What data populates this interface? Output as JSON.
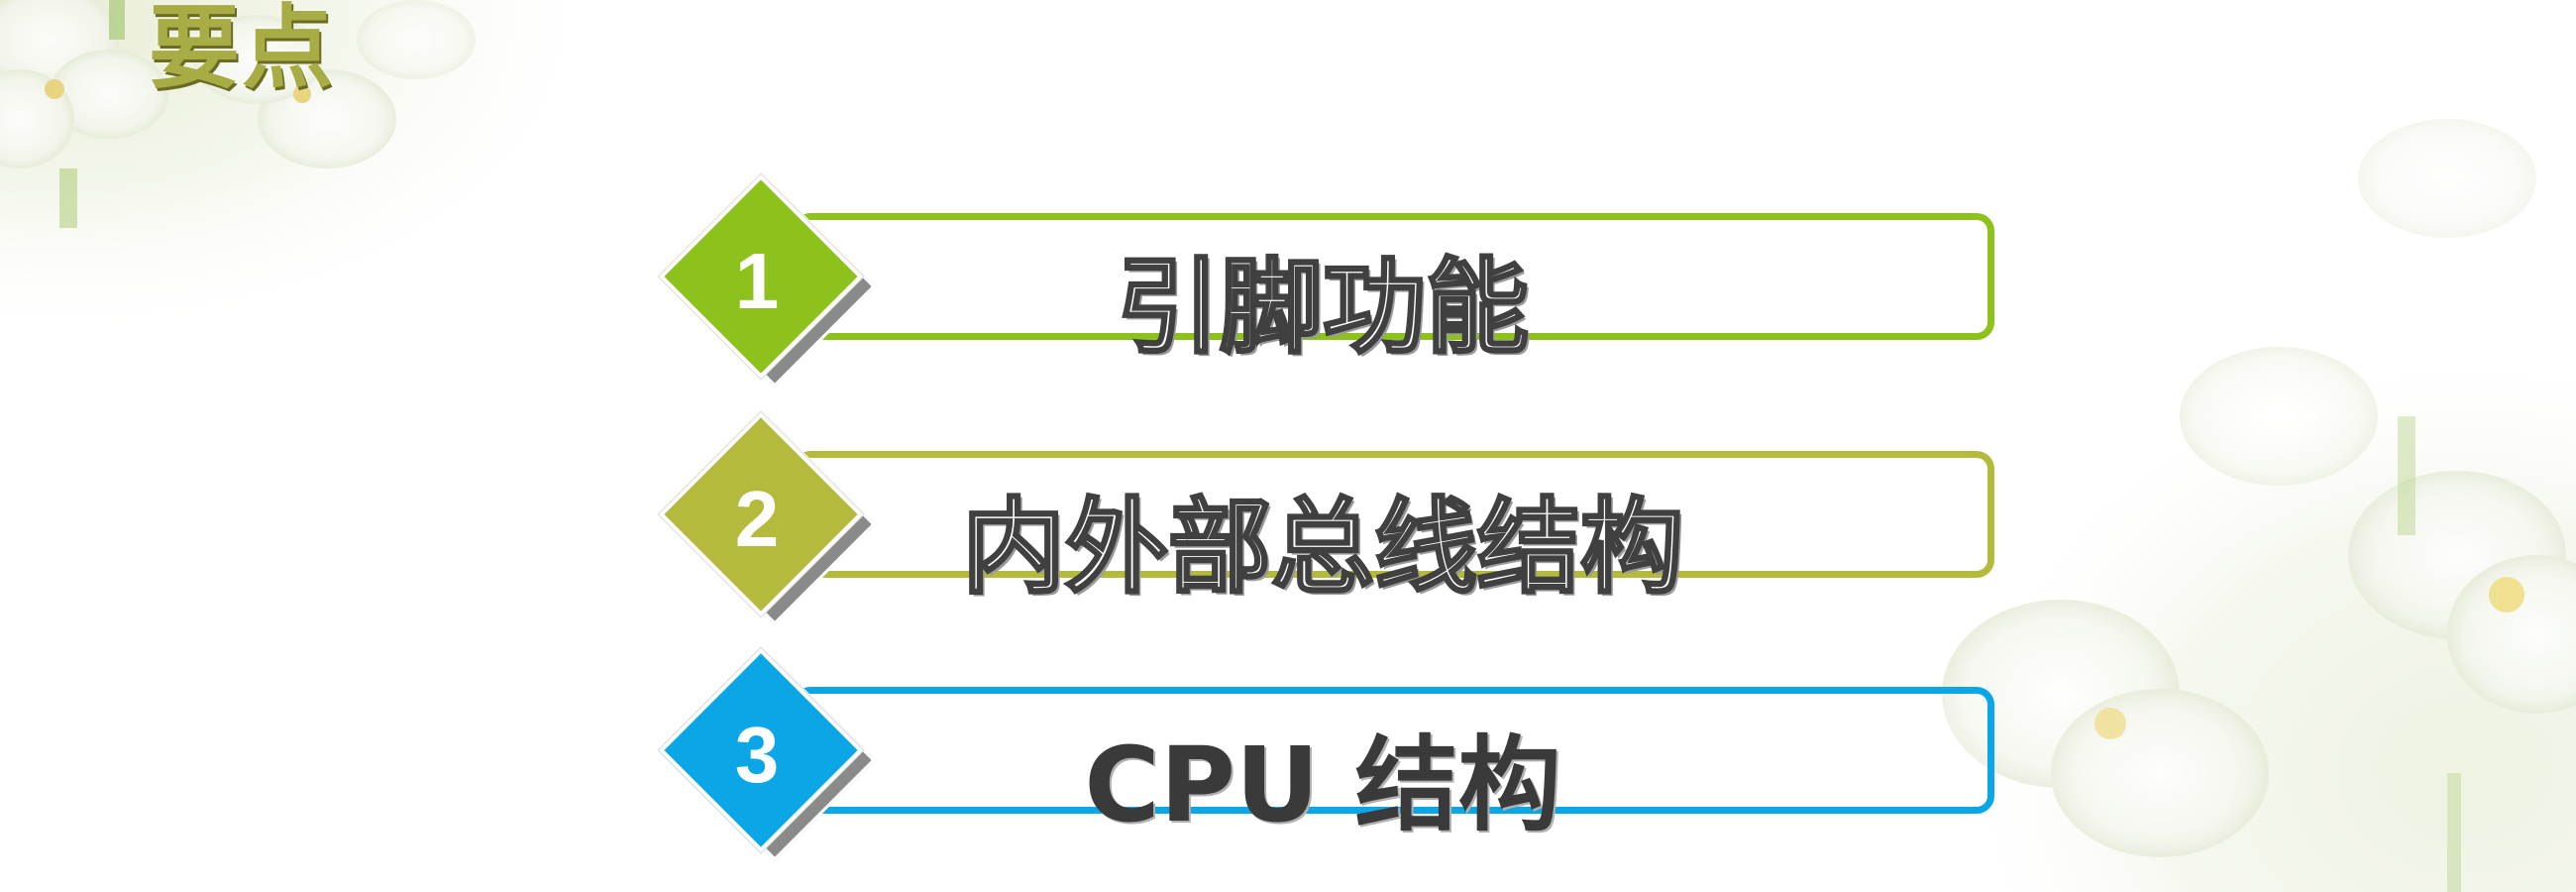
{
  "title": "要点",
  "items": [
    {
      "number": "1",
      "label": "引脚功能",
      "color": "#8cc21b"
    },
    {
      "number": "2",
      "label": "内外部总线结构",
      "color": "#b4ba3c"
    },
    {
      "number": "3",
      "label": "CPU 结构",
      "color": "#0aa6e6"
    }
  ]
}
